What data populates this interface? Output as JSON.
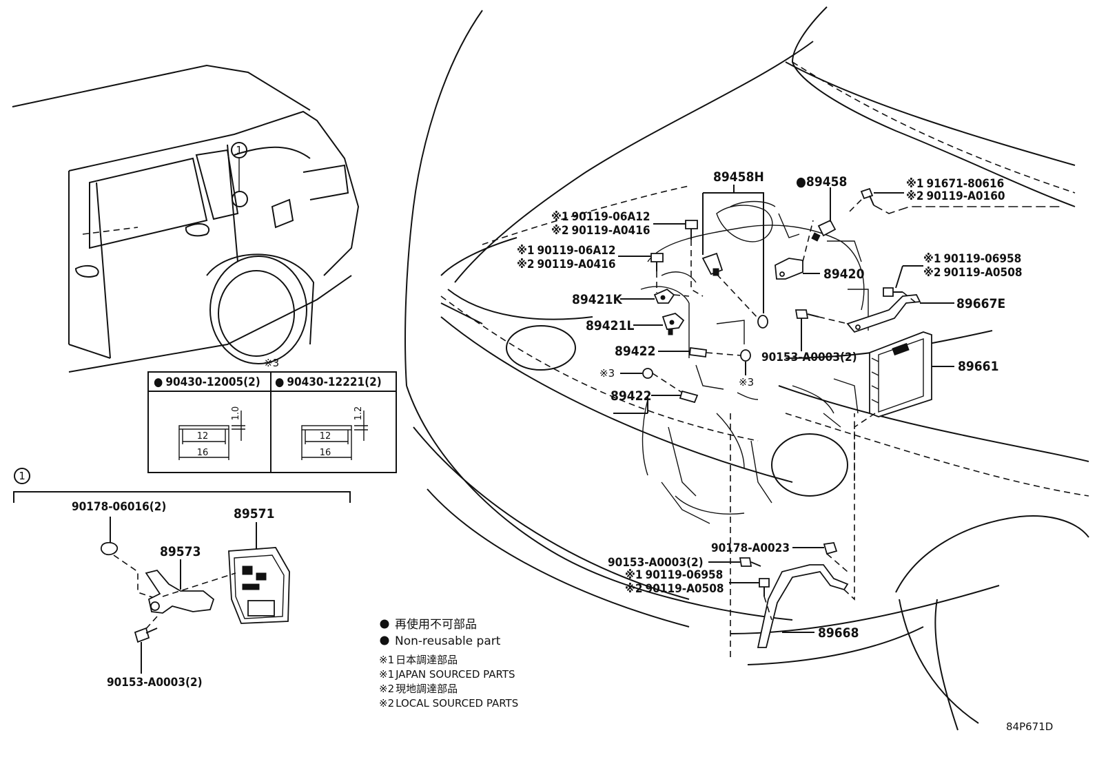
{
  "diagram_id": "84P671D",
  "callout_marker": "1",
  "parts": {
    "p89458H": "89458H",
    "p89458": "89458",
    "p91671": "91671-80616",
    "p90119_A0160": "90119-A0160",
    "p90119_06A12_a": "90119-06A12",
    "p90119_A0416_a": "90119-A0416",
    "p90119_06A12_b": "90119-06A12",
    "p90119_A0416_b": "90119-A0416",
    "p89420": "89420",
    "p90119_06958_a": "90119-06958",
    "p90119_A0508_a": "90119-A0508",
    "p89421K": "89421K",
    "p89667E": "89667E",
    "p89421L": "89421L",
    "p89422_a": "89422",
    "p90153_A0003_a": "90153-A0003(2)",
    "p89661": "89661",
    "p89422_b": "89422",
    "p90178_A0023": "90178-A0023",
    "p90153_A0003_b": "90153-A0003(2)",
    "p90119_06958_b": "90119-06958",
    "p90119_A0508_b": "90119-A0508",
    "p89668": "89668",
    "p90178_06016": "90178-06016(2)",
    "p89571": "89571",
    "p89573": "89573",
    "p90153_A0003_c": "90153-A0003(2)"
  },
  "marks": {
    "note1": "※1",
    "note2": "※2",
    "note3": "※3",
    "dot": "●"
  },
  "gasket_table": {
    "header_left": "90430-12005(2)",
    "header_right": "90430-12221(2)",
    "left": {
      "inner": "12",
      "outer": "16",
      "thickness": "1.0"
    },
    "right": {
      "inner": "12",
      "outer": "16",
      "thickness": "1.2"
    }
  },
  "legend": {
    "non_reusable_jp": "再使用不可部品",
    "non_reusable_en": "Non-reusable part",
    "japan_jp": "日本調達部品",
    "japan_en": "JAPAN SOURCED PARTS",
    "local_jp": "現地調達部品",
    "local_en": "LOCAL SOURCED PARTS"
  }
}
